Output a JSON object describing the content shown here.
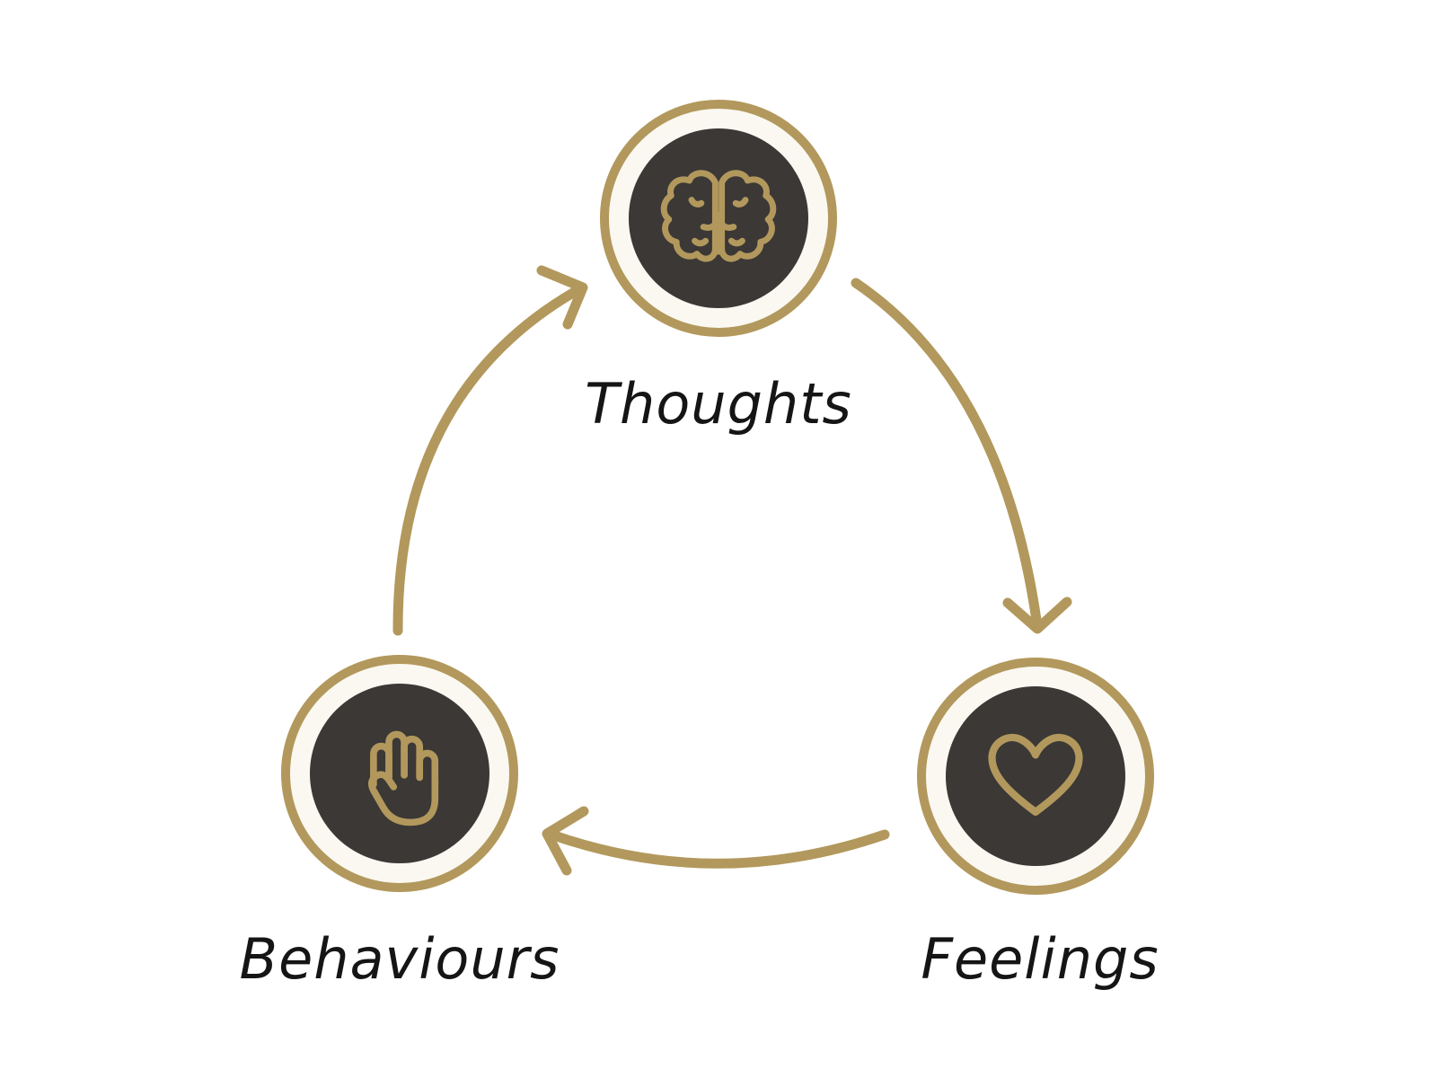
{
  "diagram": {
    "type": "cycle",
    "nodes": [
      {
        "id": "thoughts",
        "label": "Thoughts",
        "icon": "brain-icon",
        "position": "top"
      },
      {
        "id": "feelings",
        "label": "Feelings",
        "icon": "heart-icon",
        "position": "bottom-right"
      },
      {
        "id": "behaviours",
        "label": "Behaviours",
        "icon": "hand-icon",
        "position": "bottom-left"
      }
    ],
    "edges": [
      {
        "from": "thoughts",
        "to": "feelings",
        "style": "curved-arrow"
      },
      {
        "from": "feelings",
        "to": "behaviours",
        "style": "curved-arrow"
      },
      {
        "from": "behaviours",
        "to": "thoughts",
        "style": "curved-arrow"
      }
    ],
    "colors": {
      "accent_gold": "#b2985c",
      "node_fill": "#3b3836",
      "node_inner_ring": "#faf8f1",
      "background": "#ffffff",
      "label_text": "#151515"
    }
  }
}
